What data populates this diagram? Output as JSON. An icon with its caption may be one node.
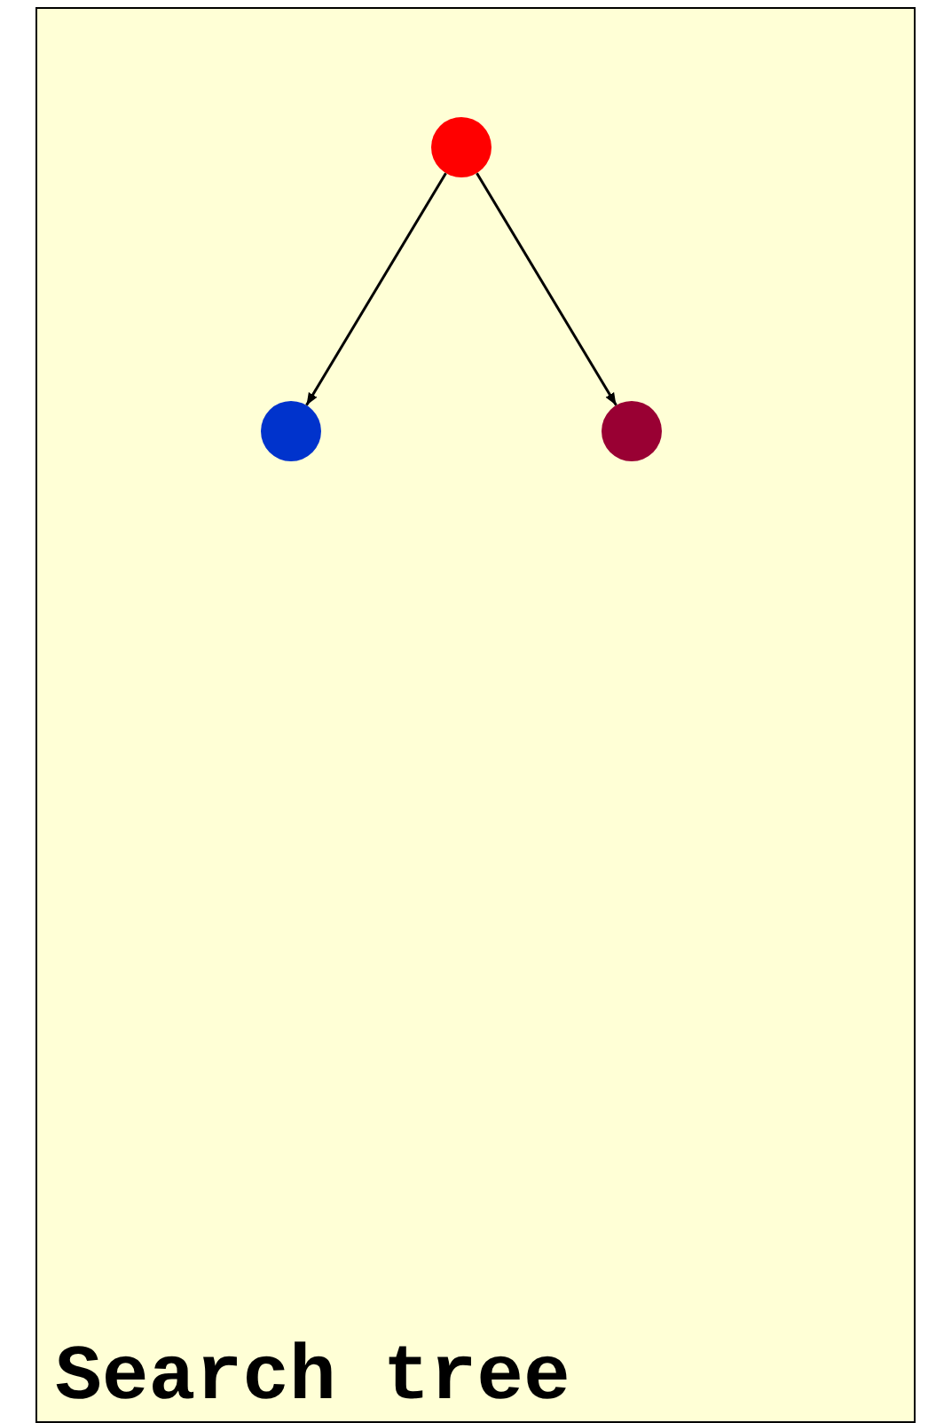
{
  "diagram": {
    "nodes": [
      {
        "text": [
          "Search tree"
        ]
      },
      {
        "text": [],
        "shape": "circle",
        "in": 0
      },
      {
        "text": [],
        "shape": "circle",
        "in": 0
      },
      {
        "text": [],
        "shape": "circle",
        "in": 0
      }
    ],
    "edges": [
      {
        "from": 1,
        "to": 2,
        "arrow": "to"
      },
      {
        "from": 1,
        "to": 3,
        "arrow": "to"
      }
    ]
  }
}
